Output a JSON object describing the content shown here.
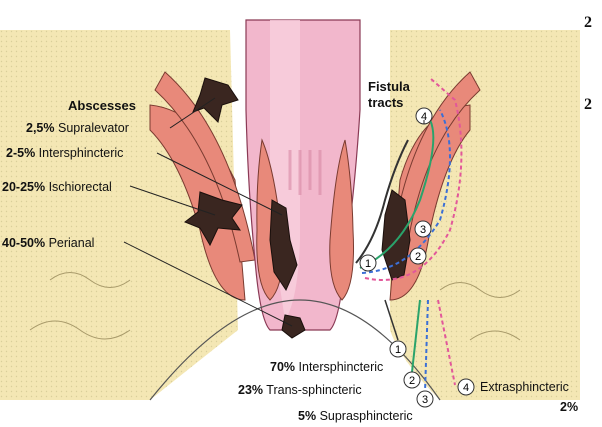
{
  "abscesses": {
    "heading": "Abscesses",
    "items": [
      {
        "pct": "2,5%",
        "label": "Supralevator"
      },
      {
        "pct": "2-5%",
        "label": "Intersphincteric"
      },
      {
        "pct": "20-25%",
        "label": "Ischiorectal"
      },
      {
        "pct": "40-50%",
        "label": "Perianal"
      }
    ]
  },
  "fistula": {
    "heading_line1": "Fistula",
    "heading_line2": "tracts",
    "types": [
      {
        "num": "1",
        "pct": "70%",
        "label": "Intersphincteric",
        "color": "#333333"
      },
      {
        "num": "2",
        "pct": "23%",
        "label": "Trans-sphincteric",
        "color": "#2aa36b"
      },
      {
        "num": "3",
        "pct": "5%",
        "label": "Suprasphincteric",
        "color": "#3b6fd6"
      },
      {
        "num": "4",
        "pct": "2%",
        "label": "Extrasphincteric",
        "color": "#e2579a"
      }
    ]
  },
  "cropped_edge_text": [
    "2",
    "2"
  ]
}
